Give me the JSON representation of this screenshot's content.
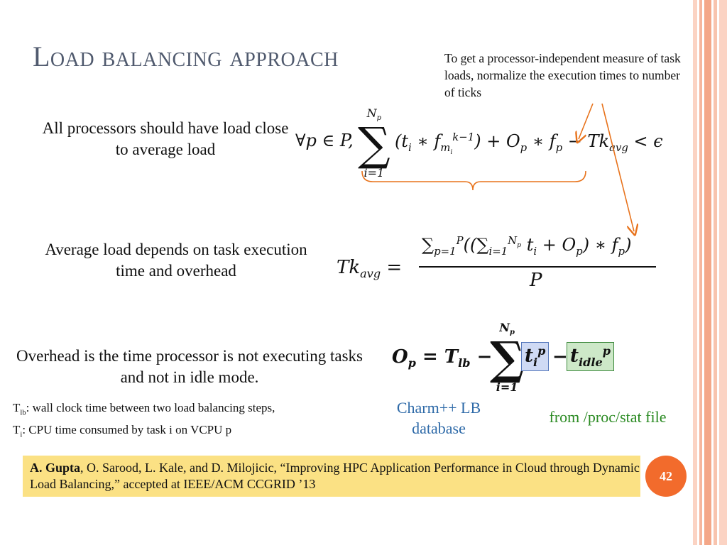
{
  "slide": {
    "title": "Load balancing approach",
    "note": "To get a processor-independent measure of task loads, normalize the execution times to number of ticks",
    "statements": {
      "first": "All processors should have load close to average load",
      "second": "Average load depends on task execution time and overhead",
      "third": "Overhead is the time processor is not executing tasks and not in idle mode."
    },
    "definitions": {
      "tlb_symbol": "T",
      "tlb_sub": "lb",
      "tlb_text": ": wall clock time between two load balancing  steps,",
      "ti_symbol": "T",
      "ti_sub": "i",
      "ti_text": ": CPU time consumed by task i on VCPU p"
    },
    "sources": {
      "charm": "Charm++ LB database",
      "procstat": "from /proc/stat file"
    },
    "citation": {
      "author_bold": "A. Gupta",
      "rest": ", O. Sarood, L. Kale, and D. Milojicic, “Improving HPC Application Performance in Cloud through Dynamic Load Balancing,” accepted at IEEE/ACM CCGRID ’13"
    },
    "page_number": "42"
  },
  "colors": {
    "title": "#505a6e",
    "stripe_light": "#fbd3c3",
    "stripe_dark": "#f4a788",
    "arrow": "#e8731c",
    "charm": "#2e6aa8",
    "procstat": "#2a8a22",
    "citation_bg": "#fbe184",
    "page_badge": "#f26b2c"
  }
}
